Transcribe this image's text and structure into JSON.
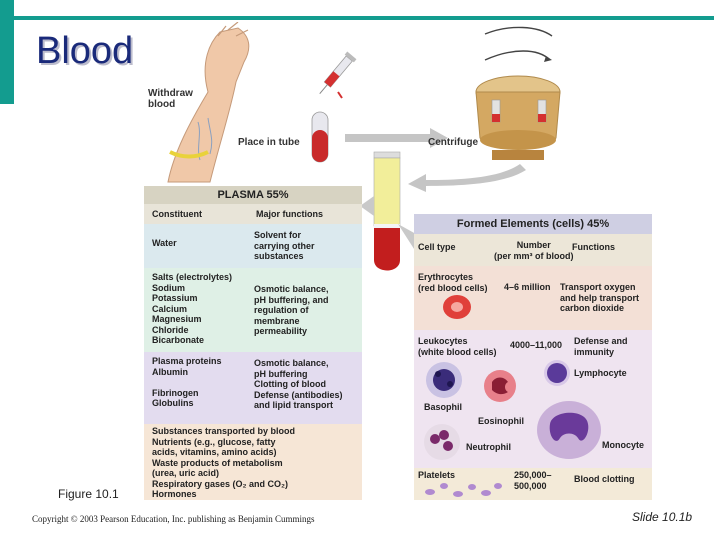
{
  "slide": {
    "title": "Blood",
    "figure_label": "Figure 10.1",
    "copyright": "Copyright © 2003 Pearson Education, Inc. publishing as Benjamin Cummings",
    "slide_number": "Slide 10.1b"
  },
  "process": {
    "withdraw": "Withdraw\nblood",
    "place_in_tube": "Place in tube",
    "centrifuge": "Centrifuge"
  },
  "plasma": {
    "title": "PLASMA 55%",
    "col_constituent": "Constituent",
    "col_functions": "Major functions",
    "rows": [
      {
        "constituent": "Water",
        "functions": "Solvent for\ncarrying other\nsubstances"
      },
      {
        "constituent": "Salts (electrolytes)\n  Sodium\n  Potassium\n  Calcium\n  Magnesium\n  Chloride\n  Bicarbonate",
        "functions": "Osmotic balance,\npH buffering, and\nregulation of\nmembrane\npermeability"
      },
      {
        "constituent": "Plasma proteins\n  Albumin\n\n  Fibrinogen\n  Globulins",
        "functions": "Osmotic balance,\npH buffering\nClotting of blood\nDefense (antibodies)\nand lipid transport"
      },
      {
        "constituent": "Substances transported by blood\n  Nutrients (e.g., glucose, fatty\n    acids, vitamins, amino acids)\n  Waste products of metabolism\n    (urea, uric acid)\n  Respiratory gases (O₂ and CO₂)\n  Hormones",
        "functions": ""
      }
    ]
  },
  "formed": {
    "title": "Formed Elements (cells) 45%",
    "col_cell": "Cell type",
    "col_number": "Number\n(per mm³ of blood)",
    "col_functions": "Functions",
    "erythrocytes": {
      "name": "Erythrocytes\n(red blood cells)",
      "number": "4–6 million",
      "functions": "Transport oxygen\nand help transport\ncarbon dioxide"
    },
    "leukocytes": {
      "name": "Leukocytes\n(white blood cells)",
      "number": "4000–11,000",
      "functions": "Defense and\nimmunity"
    },
    "wbc_types": {
      "lymphocyte": "Lymphocyte",
      "basophil": "Basophil",
      "eosinophil": "Eosinophil",
      "neutrophil": "Neutrophil",
      "monocyte": "Monocyte"
    },
    "platelets": {
      "name": "Platelets",
      "number": "250,000–\n500,000",
      "functions": "Blood clotting"
    }
  }
}
